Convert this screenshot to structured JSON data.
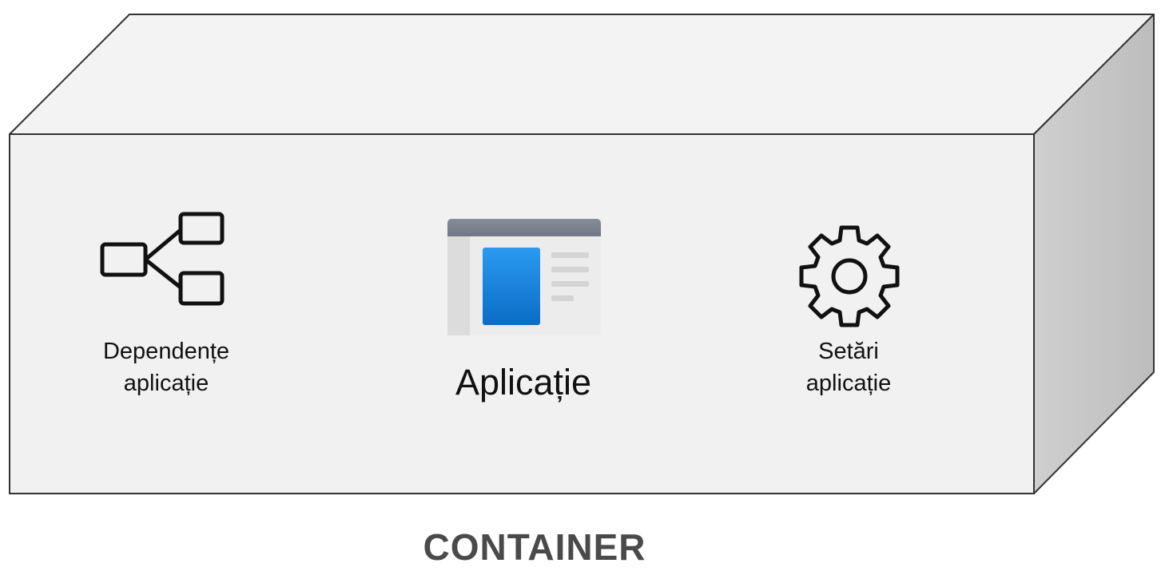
{
  "container": {
    "title": "CONTAINER"
  },
  "items": {
    "dependencies": {
      "line1": "Dependențe",
      "line2": "aplicație",
      "icon": "dependency-tree-icon"
    },
    "application": {
      "label": "Aplicație",
      "icon": "application-window-icon"
    },
    "settings": {
      "line1": "Setări",
      "line2": "aplicație",
      "icon": "gear-icon"
    }
  },
  "colors": {
    "front_face": "#f2f2f2",
    "top_face": "#f3f3f3",
    "side_face": "#c8c8c8",
    "edge": "#333333",
    "app_title_bar": "#7c8590",
    "app_body": "#ebebeb",
    "app_sidebar": "#dcdcdc",
    "app_accent_blue": "#1a7fd4",
    "title_text": "#4a4a4a"
  }
}
